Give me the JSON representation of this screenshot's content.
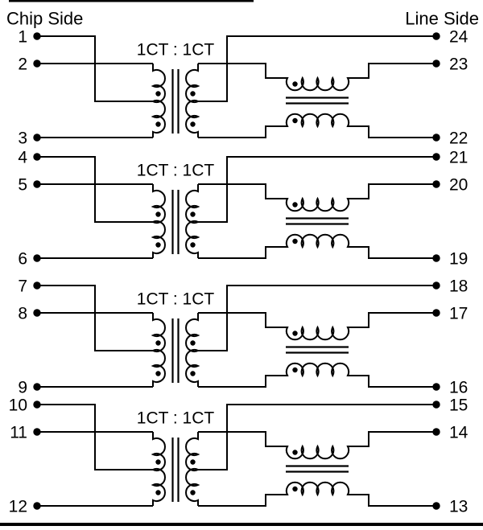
{
  "figure": {
    "chip_side_label": "Chip Side",
    "line_side_label": "Line Side"
  },
  "ink_color": "#000000",
  "background_color": "#ffffff",
  "channels": [
    {
      "ratio_label": "1CT : 1CT",
      "chip_pins": [
        "1",
        "2",
        "3"
      ],
      "line_pins": [
        "24",
        "23",
        "22"
      ]
    },
    {
      "ratio_label": "1CT : 1CT",
      "chip_pins": [
        "4",
        "5",
        "6"
      ],
      "line_pins": [
        "21",
        "20",
        "19"
      ]
    },
    {
      "ratio_label": "1CT : 1CT",
      "chip_pins": [
        "7",
        "8",
        "9"
      ],
      "line_pins": [
        "18",
        "17",
        "16"
      ]
    },
    {
      "ratio_label": "1CT : 1CT",
      "chip_pins": [
        "10",
        "11",
        "12"
      ],
      "line_pins": [
        "15",
        "14",
        "13"
      ]
    }
  ]
}
